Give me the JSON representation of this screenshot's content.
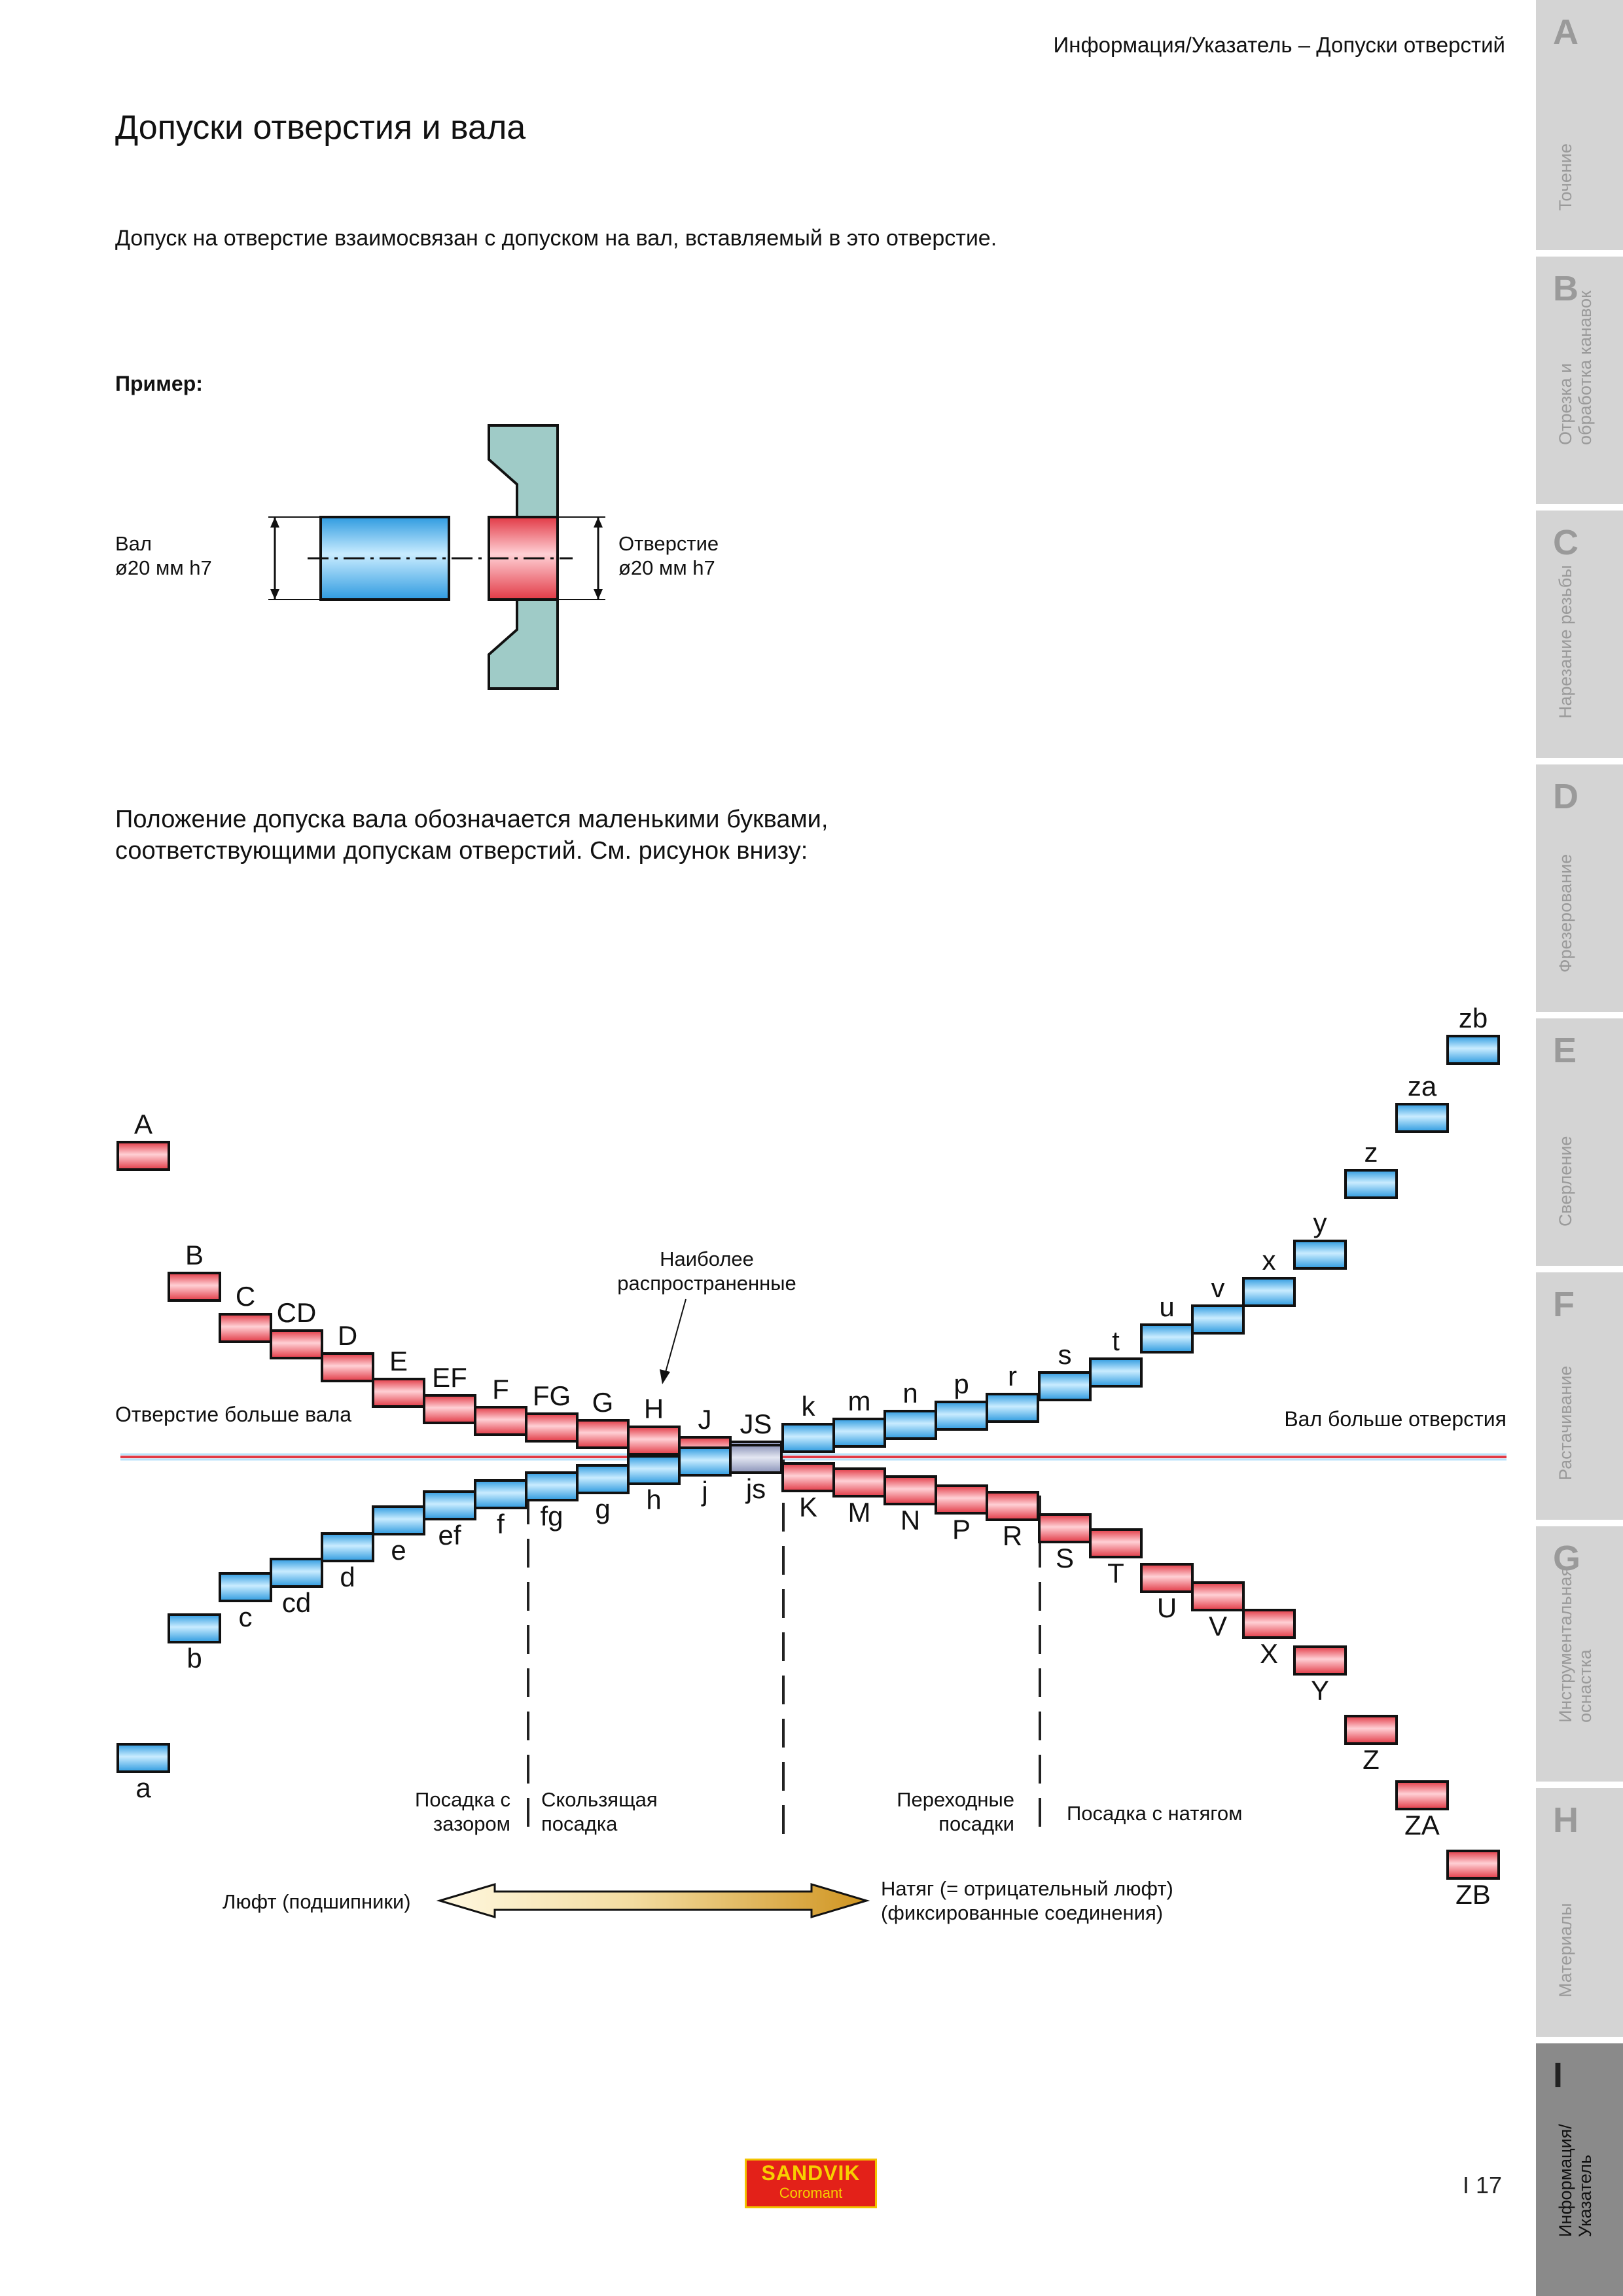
{
  "header": {
    "text": "Информация/Указатель – Допуски отверстий"
  },
  "title": "Допуски отверстия и вала",
  "intro": "Допуск на отверстие взаимосвязан с допуском на вал, вставляемый в это отверстие.",
  "example": {
    "label": "Пример:",
    "shaft_line1": "Вал",
    "shaft_line2": "ø20 мм h7",
    "hole_line1": "Отверстие",
    "hole_line2": "ø20 мм h7"
  },
  "paragraph": {
    "line1": "Положение допуска вала обозначается маленькими буквами,",
    "line2": "соответствующими допускам отверстий. См. рисунок внизу:"
  },
  "diagram": {
    "left_label": "Отверстие больше вала",
    "right_label": "Вал больше отверстия",
    "common_line1": "Наиболее",
    "common_line2": "распространенные",
    "hole_letters": [
      "A",
      "B",
      "C",
      "CD",
      "D",
      "E",
      "EF",
      "F",
      "FG",
      "G",
      "H",
      "J",
      "JS",
      "K",
      "M",
      "N",
      "P",
      "R",
      "S",
      "T",
      "U",
      "V",
      "X",
      "Y",
      "Z",
      "ZA",
      "ZB"
    ],
    "shaft_letters": [
      "a",
      "b",
      "c",
      "cd",
      "d",
      "e",
      "ef",
      "f",
      "fg",
      "g",
      "h",
      "j",
      "js",
      "k",
      "m",
      "n",
      "p",
      "r",
      "s",
      "t",
      "u",
      "v",
      "x",
      "y",
      "z",
      "za",
      "zb"
    ],
    "fits": {
      "clearance_line1": "Посадка с",
      "clearance_line2": "зазором",
      "sliding_line1": "Скользящая",
      "sliding_line2": "посадка",
      "transition_line1": "Переходные",
      "transition_line2": "посадки",
      "interference": "Посадка с натягом"
    },
    "arrow_left": "Люфт (подшипники)",
    "arrow_right_line1": "Натяг (= отрицательный люфт)",
    "arrow_right_line2": "(фиксированные соединения)"
  },
  "colors": {
    "hole": "#ee6f78",
    "shaft": "#55bdf0",
    "js": "#aab2d0",
    "arrow": "#d9a22a"
  },
  "tabs": [
    {
      "letter": "A",
      "line1": "Точение",
      "line2": ""
    },
    {
      "letter": "B",
      "line1": "Отрезка и",
      "line2": "обработка канавок"
    },
    {
      "letter": "C",
      "line1": "Нарезание резьбы",
      "line2": ""
    },
    {
      "letter": "D",
      "line1": "Фрезерование",
      "line2": ""
    },
    {
      "letter": "E",
      "line1": "Сверление",
      "line2": ""
    },
    {
      "letter": "F",
      "line1": "Растачивание",
      "line2": ""
    },
    {
      "letter": "G",
      "line1": "Инструментальная",
      "line2": "оснастка"
    },
    {
      "letter": "H",
      "line1": "Материалы",
      "line2": ""
    },
    {
      "letter": "I",
      "line1": "Информация/",
      "line2": "Указатель"
    }
  ],
  "page_number": "I 17",
  "logo": {
    "line1": "SANDVIK",
    "line2": "Coromant"
  }
}
